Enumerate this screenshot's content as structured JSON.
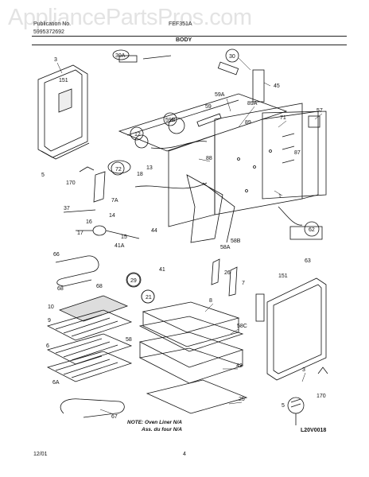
{
  "watermark": "AppliancePartsPros.com",
  "header": {
    "left_line1": "Publication No.",
    "left_line2": "5995372692",
    "center": "FEF351A",
    "section": "BODY"
  },
  "note": {
    "line1": "NOTE: Oven Liner N/A",
    "line2": "Ass. du four N/A"
  },
  "footer": {
    "date": "12/01",
    "page": "4",
    "code": "L20V0018"
  },
  "callouts": [
    {
      "id": "c-3-top",
      "label": "3"
    },
    {
      "id": "c-151-top",
      "label": "151"
    },
    {
      "id": "c-30a",
      "label": "30A"
    },
    {
      "id": "c-30",
      "label": "30"
    },
    {
      "id": "c-45",
      "label": "45"
    },
    {
      "id": "c-59a",
      "label": "59A"
    },
    {
      "id": "c-89a",
      "label": "89A"
    },
    {
      "id": "c-59",
      "label": "59"
    },
    {
      "id": "c-57",
      "label": "57"
    },
    {
      "id": "c-71",
      "label": "71"
    },
    {
      "id": "c-89",
      "label": "89"
    },
    {
      "id": "c-59b",
      "label": "59B"
    },
    {
      "id": "c-12",
      "label": "12"
    },
    {
      "id": "c-87",
      "label": "87"
    },
    {
      "id": "c-88",
      "label": "88"
    },
    {
      "id": "c-5-left",
      "label": "5"
    },
    {
      "id": "c-170-left",
      "label": "170"
    },
    {
      "id": "c-72",
      "label": "72"
    },
    {
      "id": "c-13",
      "label": "13"
    },
    {
      "id": "c-18",
      "label": "18"
    },
    {
      "id": "c-1",
      "label": "1"
    },
    {
      "id": "c-7a",
      "label": "7A"
    },
    {
      "id": "c-37",
      "label": "37"
    },
    {
      "id": "c-14",
      "label": "14"
    },
    {
      "id": "c-16",
      "label": "16"
    },
    {
      "id": "c-17",
      "label": "17"
    },
    {
      "id": "c-15",
      "label": "15"
    },
    {
      "id": "c-41a",
      "label": "41A"
    },
    {
      "id": "c-44",
      "label": "44"
    },
    {
      "id": "c-58b",
      "label": "58B"
    },
    {
      "id": "c-58a",
      "label": "58A"
    },
    {
      "id": "c-62",
      "label": "62"
    },
    {
      "id": "c-63",
      "label": "63"
    },
    {
      "id": "c-66",
      "label": "66"
    },
    {
      "id": "c-68-left",
      "label": "68"
    },
    {
      "id": "c-68-right",
      "label": "68"
    },
    {
      "id": "c-29",
      "label": "29"
    },
    {
      "id": "c-41",
      "label": "41"
    },
    {
      "id": "c-26",
      "label": "26"
    },
    {
      "id": "c-7",
      "label": "7"
    },
    {
      "id": "c-151-right",
      "label": "151"
    },
    {
      "id": "c-21",
      "label": "21"
    },
    {
      "id": "c-8",
      "label": "8"
    },
    {
      "id": "c-10",
      "label": "10"
    },
    {
      "id": "c-9",
      "label": "9"
    },
    {
      "id": "c-58c",
      "label": "58C"
    },
    {
      "id": "c-58",
      "label": "58"
    },
    {
      "id": "c-6",
      "label": "6"
    },
    {
      "id": "c-42",
      "label": "42"
    },
    {
      "id": "c-3-right",
      "label": "3"
    },
    {
      "id": "c-6a",
      "label": "6A"
    },
    {
      "id": "c-25",
      "label": "25"
    },
    {
      "id": "c-170-right",
      "label": "170"
    },
    {
      "id": "c-5-right",
      "label": "5"
    },
    {
      "id": "c-67",
      "label": "67"
    }
  ]
}
